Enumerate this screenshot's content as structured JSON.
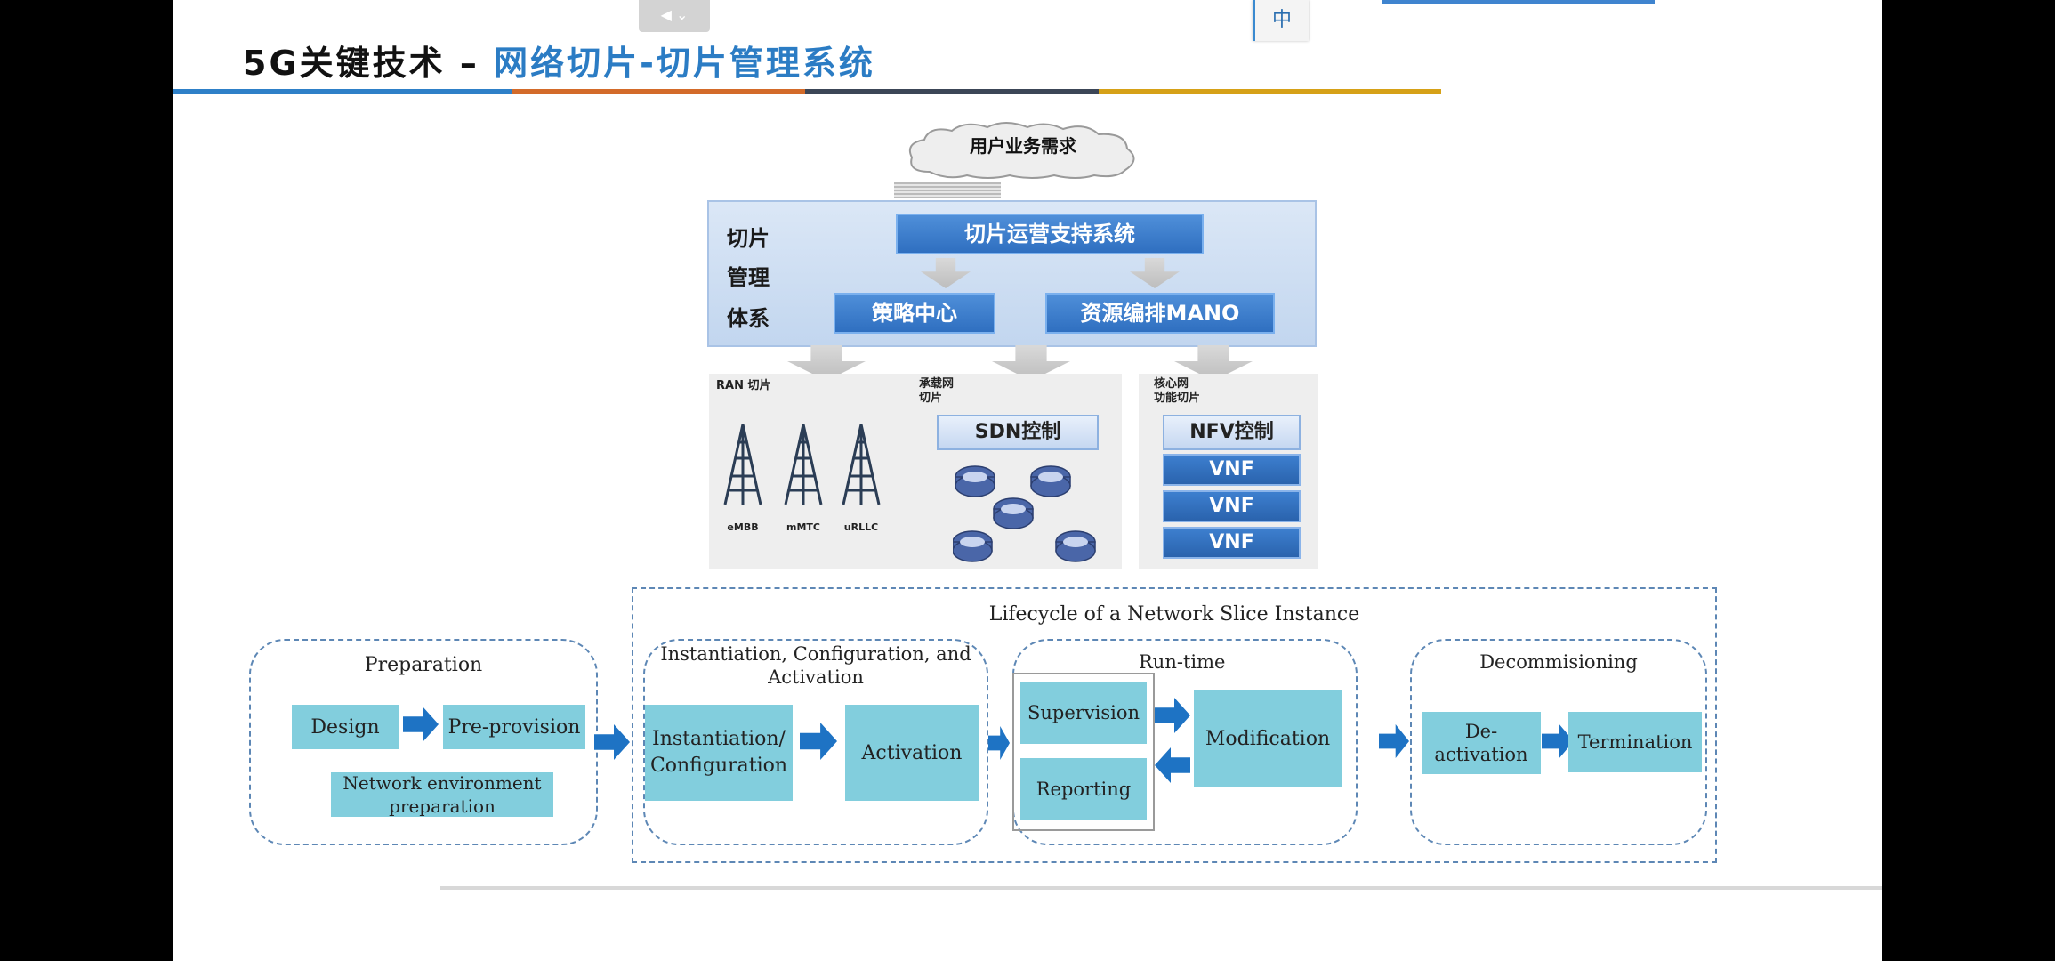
{
  "header": {
    "title_prefix": "5G关键技术 – ",
    "title_highlight": "网络切片-切片管理系统",
    "stripe_colors": [
      "#2e80c8",
      "#d36b2a",
      "#3c4657",
      "#d6a117"
    ]
  },
  "overlay": {
    "ime_indicator": "中",
    "top_control": "◀ ⌄"
  },
  "diagram": {
    "cloud_label": "用户业务需求",
    "mgmt_label": [
      "切片",
      "管理",
      "体系"
    ],
    "ops_system": "切片运营支持系统",
    "policy_center": "策略中心",
    "resource_orchestration": "资源编排MANO",
    "ran": {
      "title": "RAN 切片",
      "towers": [
        "eMBB",
        "mMTC",
        "uRLLC"
      ]
    },
    "transport": {
      "title_line1": "承载网",
      "title_line2": "切片",
      "control": "SDN控制"
    },
    "core": {
      "title_line1": "核心网",
      "title_line2": "功能切片",
      "control": "NFV控制",
      "vnfs": [
        "VNF",
        "VNF",
        "VNF"
      ]
    }
  },
  "lifecycle": {
    "title": "Lifecycle of a Network Slice Instance",
    "preparation": {
      "title": "Preparation",
      "design": "Design",
      "pre_provision": "Pre-provision",
      "env_line1": "Network environment",
      "env_line2": "preparation"
    },
    "instantiation": {
      "title_line1": "Instantiation, Configuration, and",
      "title_line2": "Activation",
      "inst_line1": "Instantiation/",
      "inst_line2": "Configuration",
      "activation": "Activation"
    },
    "runtime": {
      "title": "Run-time",
      "supervision": "Supervision",
      "reporting": "Reporting",
      "modification": "Modification"
    },
    "decommissioning": {
      "title": "Decommisioning",
      "deact_line1": "De-",
      "deact_line2": "activation",
      "termination": "Termination"
    }
  }
}
